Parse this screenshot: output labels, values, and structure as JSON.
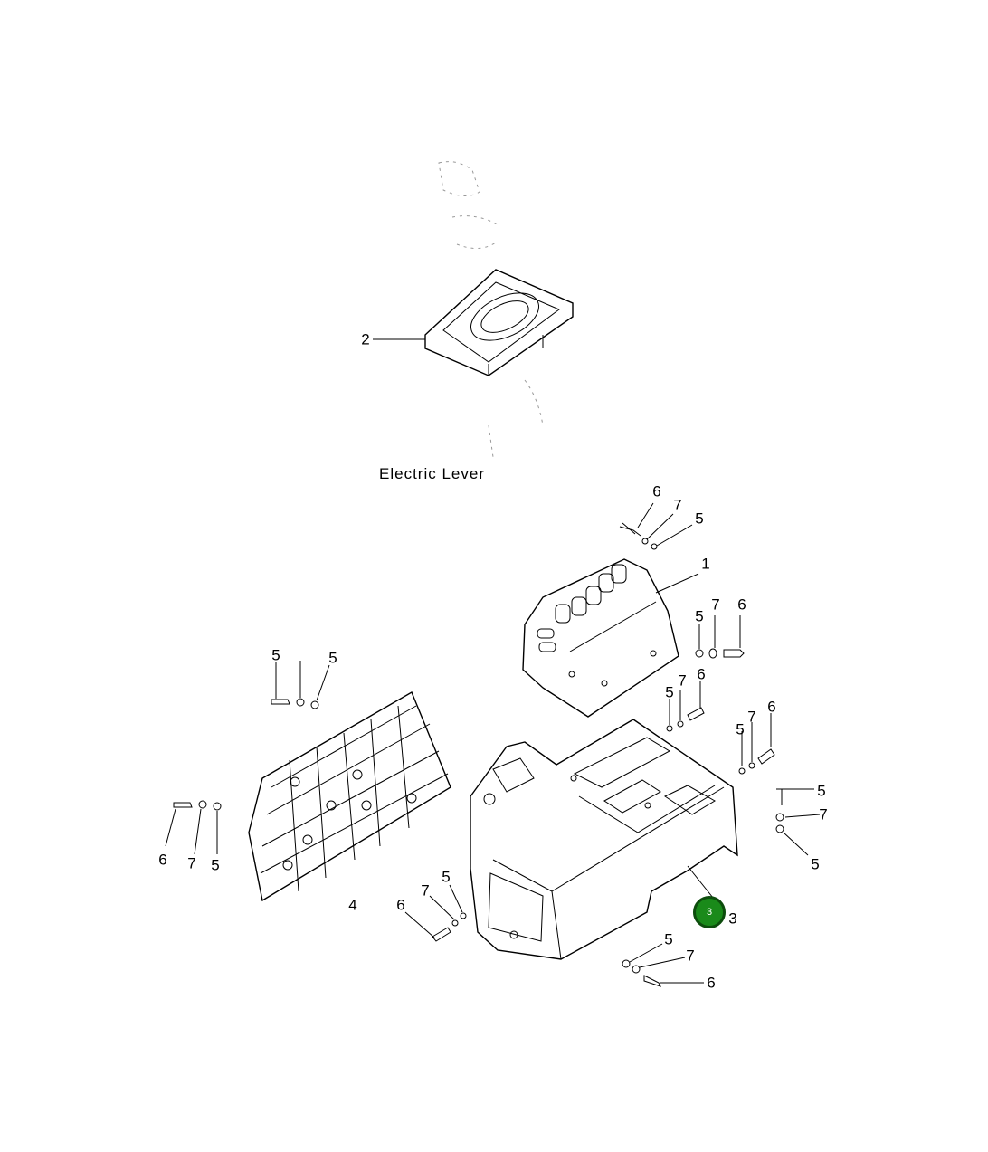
{
  "caption": "Electric Lever",
  "hotspot": {
    "label": "3",
    "color": "#1a8a1a"
  },
  "callouts": {
    "c2": "2",
    "c1": "1",
    "c4": "4",
    "c3": "3",
    "top_6": "6",
    "top_7": "7",
    "top_5": "5",
    "r1_5": "5",
    "r1_7": "7",
    "r1_6": "6",
    "r2_5": "5",
    "r2_7": "7",
    "r2_6": "6",
    "r3_5": "5",
    "r3_7": "7",
    "r3_6": "6",
    "r4_5": "5",
    "r4_7": "7",
    "r4_6": "5",
    "panel_top_5": "5",
    "panel_top_7": "",
    "panel_top_6": "5",
    "panel_left_6": "6",
    "panel_left_7": "7",
    "panel_left_5": "5",
    "front_6": "6",
    "front_7": "7",
    "front_5": "5",
    "bottom_5": "5",
    "bottom_7": "7",
    "bottom_6": "6"
  }
}
